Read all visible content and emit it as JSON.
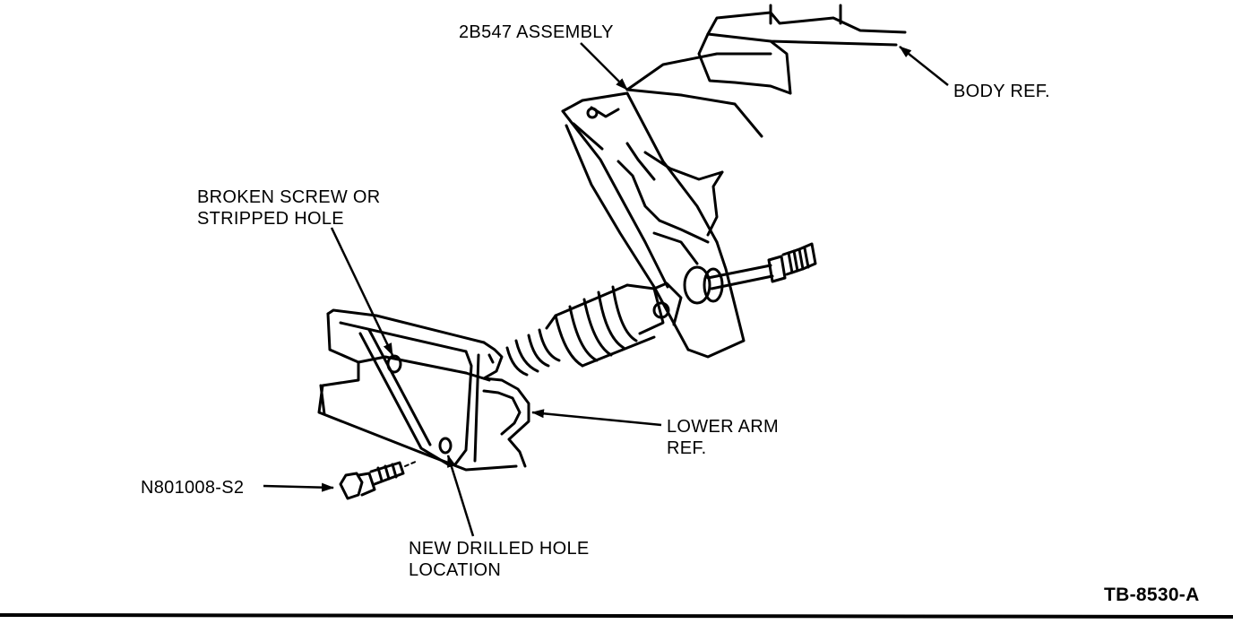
{
  "labels": {
    "assembly": "2B547 ASSEMBLY",
    "body_ref": "BODY REF.",
    "broken_line1": "BROKEN SCREW OR",
    "broken_line2": "STRIPPED HOLE",
    "lower_arm_line1": "LOWER ARM",
    "lower_arm_line2": "REF.",
    "screw_part": "N801008-S2",
    "new_hole_line1": "NEW DRILLED HOLE",
    "new_hole_line2": "LOCATION",
    "figure_ref": "TB-8530-A"
  },
  "colors": {
    "ink": "#000000",
    "paper": "#ffffff"
  }
}
